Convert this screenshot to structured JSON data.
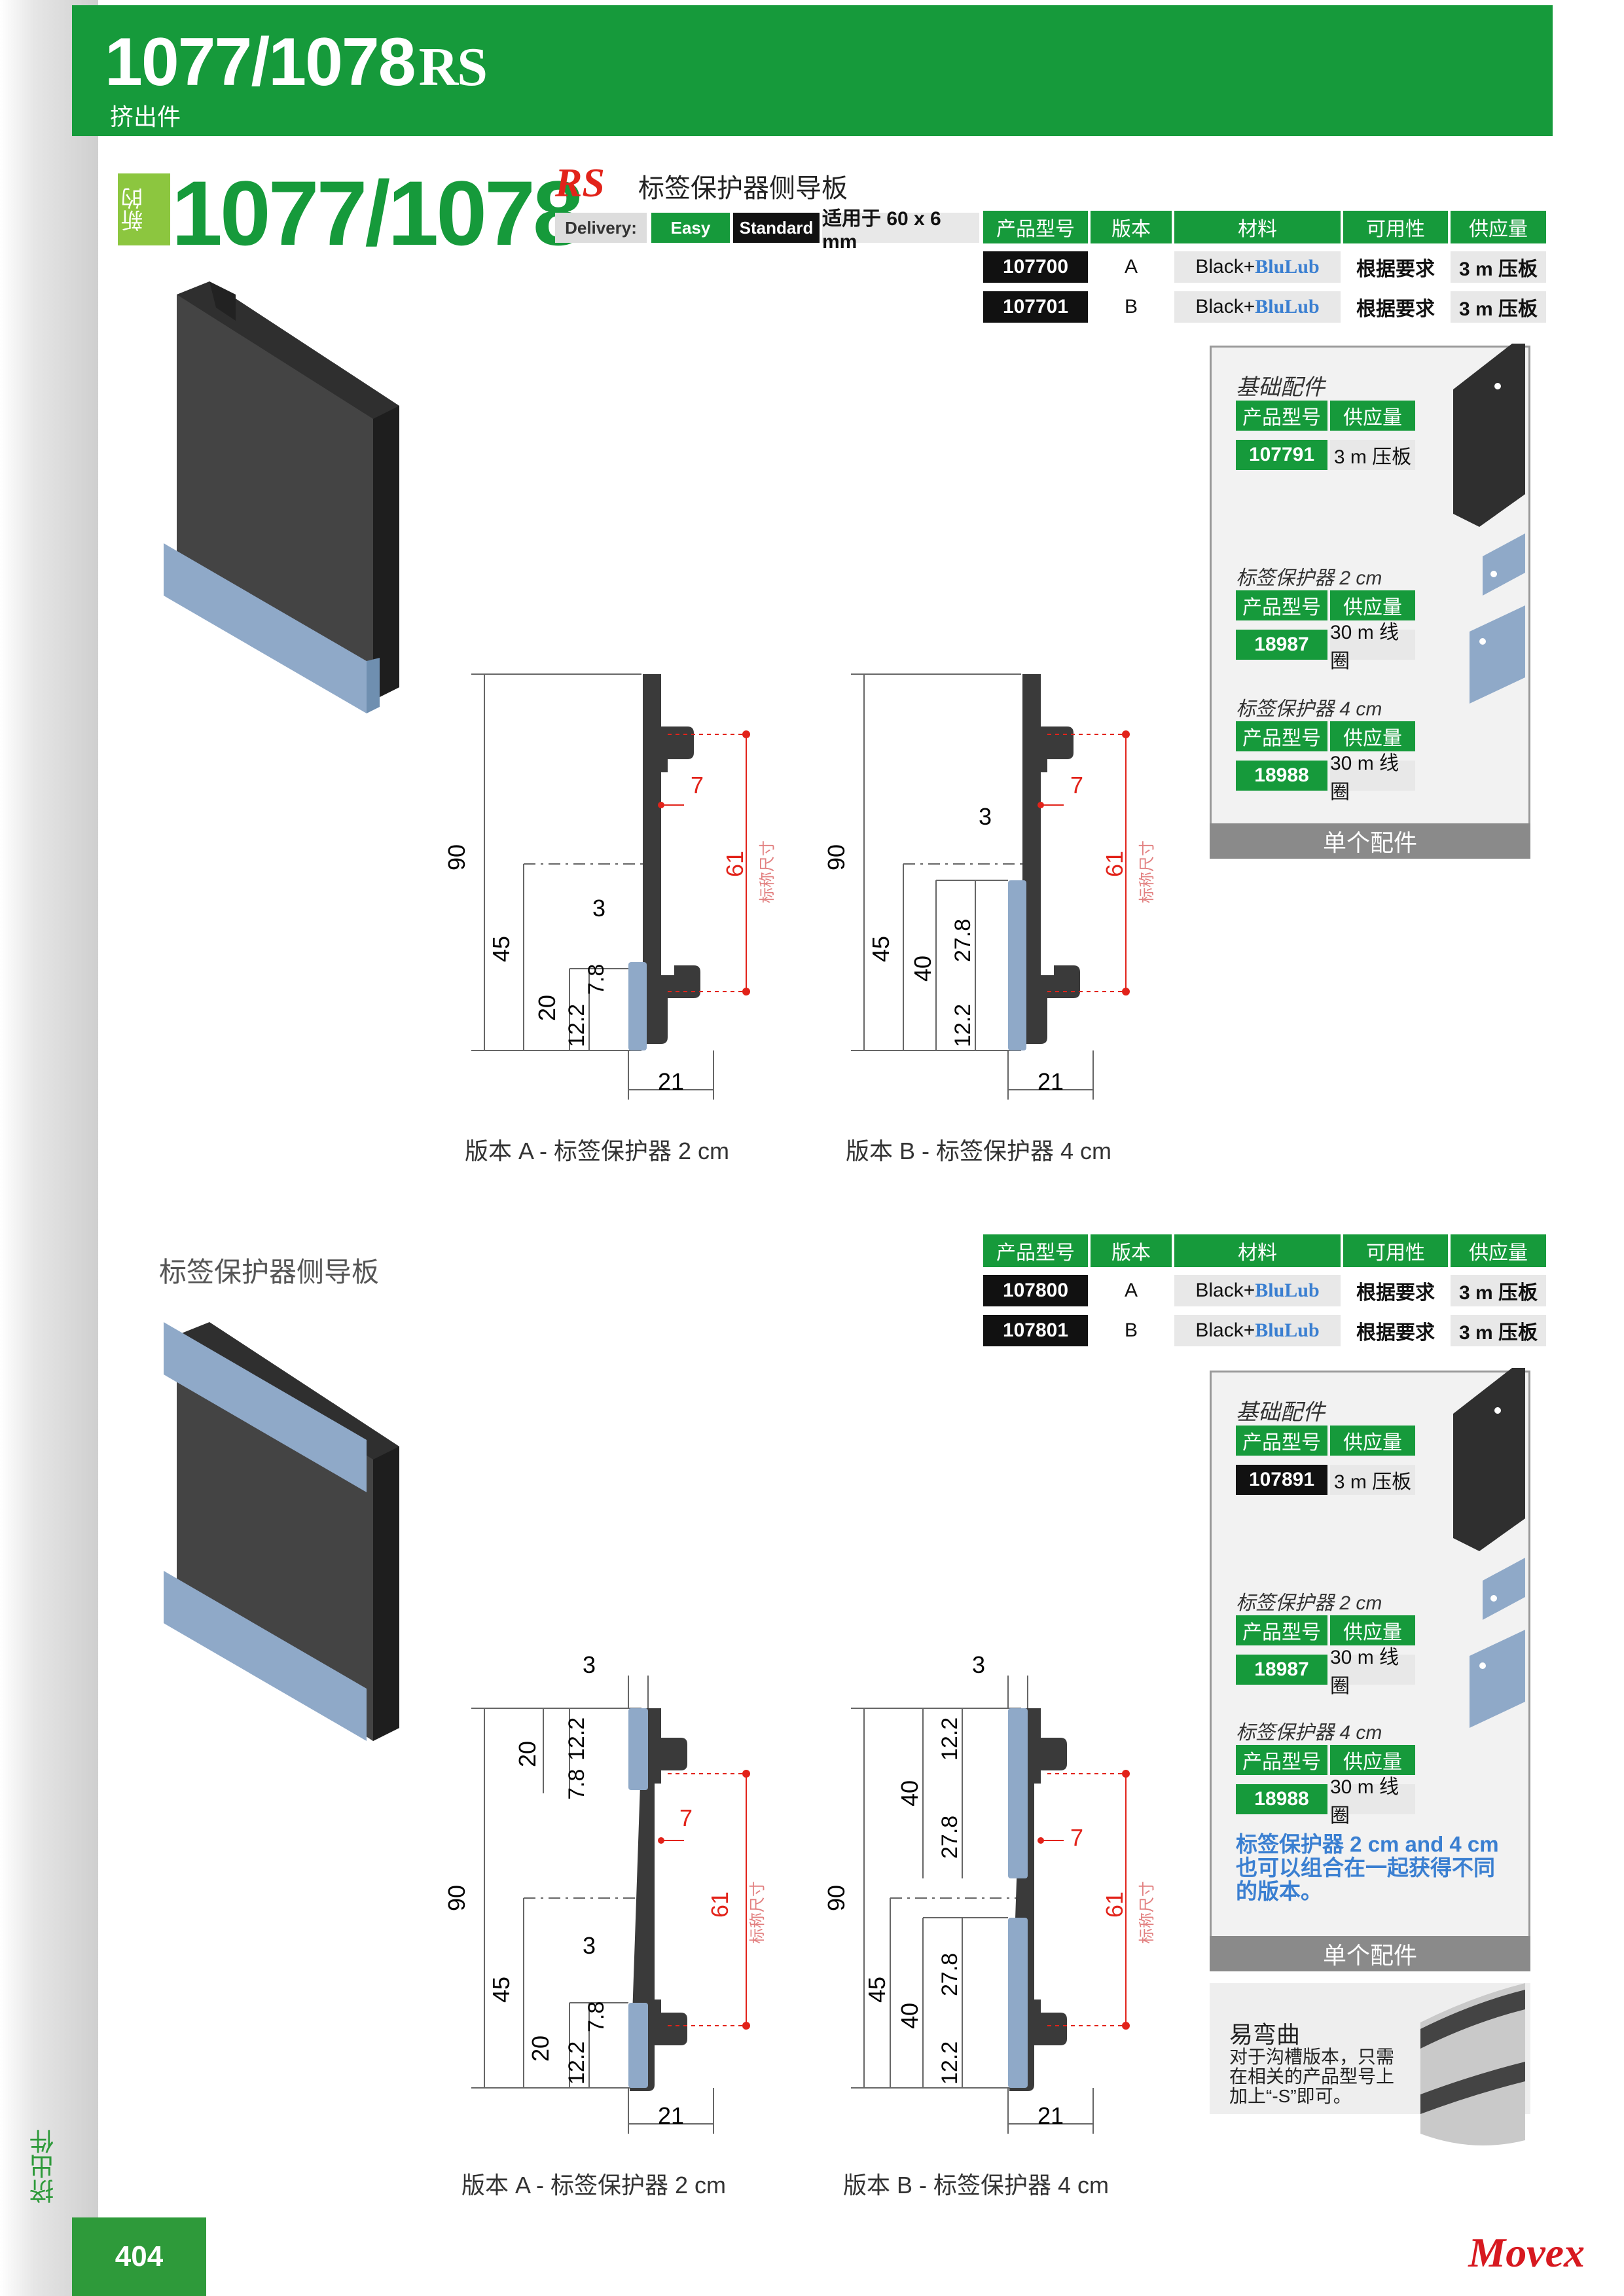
{
  "header": {
    "title_main": "1077/1078",
    "title_suffix": "RS",
    "subtitle": "挤出件"
  },
  "side": {
    "label": "挤出件",
    "page_number": "404"
  },
  "product": {
    "new_badge": "新的",
    "model": "1077/1078",
    "rs": "RS",
    "name": "标签保护器侧导板",
    "delivery_label": "Delivery:",
    "easy": "Easy",
    "standard": "Standard",
    "fit": "适用于 60 x 6 mm"
  },
  "table_headers": [
    "产品型号",
    "版本",
    "材料",
    "可用性",
    "供应量"
  ],
  "table1": [
    {
      "code": "107700",
      "ver": "A",
      "mat_a": "Black+",
      "mat_b": "BluLub",
      "avail": "根据要求",
      "qty": "3 m 压板"
    },
    {
      "code": "107701",
      "ver": "B",
      "mat_a": "Black+",
      "mat_b": "BluLub",
      "avail": "根据要求",
      "qty": "3 m 压板"
    }
  ],
  "table2": [
    {
      "code": "107800",
      "ver": "A",
      "mat_a": "Black+",
      "mat_b": "BluLub",
      "avail": "根据要求",
      "qty": "3 m 压板"
    },
    {
      "code": "107801",
      "ver": "B",
      "mat_a": "Black+",
      "mat_b": "BluLub",
      "avail": "根据要求",
      "qty": "3 m 压板"
    }
  ],
  "panel1": {
    "base_title": "基础配件",
    "h_code": "产品型号",
    "h_qty": "供应量",
    "base_code": "107791",
    "base_qty": "3 m 压板",
    "lp2_title": "标签保护器 2 cm",
    "lp2_code": "18987",
    "lp2_qty": "30 m 线圈",
    "lp4_title": "标签保护器 4 cm",
    "lp4_code": "18988",
    "lp4_qty": "30 m 线圈",
    "footer": "单个配件"
  },
  "panel2": {
    "base_title": "基础配件",
    "h_code": "产品型号",
    "h_qty": "供应量",
    "base_code": "107891",
    "base_qty": "3 m 压板",
    "lp2_title": "标签保护器 2 cm",
    "lp2_code": "18987",
    "lp2_qty": "30 m 线圈",
    "lp4_title": "标签保护器 4 cm",
    "lp4_code": "18988",
    "lp4_qty": "30 m 线圈",
    "note": "标签保护器 2 cm and 4 cm 也可以组合在一起获得不同的版本。",
    "footer": "单个配件"
  },
  "section2_title": "标签保护器侧导板",
  "bend": {
    "title": "易弯曲",
    "text": "对于沟槽版本，只需在相关的产品型号上加上“-S”即可。"
  },
  "diagrams": {
    "d1": {
      "h": "90",
      "mid": "45",
      "low": "20",
      "a": "12.2",
      "b": "7.8",
      "t": "3",
      "w": "21",
      "slot": "7",
      "nom": "61",
      "nom_label": "标称尺寸"
    },
    "d2": {
      "h": "90",
      "mid": "45",
      "low": "40",
      "a": "12.2",
      "b": "27.8",
      "t": "3",
      "w": "21",
      "slot": "7",
      "nom": "61",
      "nom_label": "标称尺寸"
    },
    "d3": {
      "h": "90",
      "mid": "45",
      "low": "20",
      "a": "12.2",
      "b": "7.8",
      "top_a": "12.2",
      "top_b": "7.8",
      "top": "20",
      "t": "3",
      "w": "21",
      "slot": "7",
      "nom": "61",
      "nom_label": "标称尺寸"
    },
    "d4": {
      "h": "90",
      "mid": "45",
      "low": "40",
      "a": "12.2",
      "b": "27.8",
      "top_a": "12.2",
      "top_b": "27.8",
      "top": "40",
      "t": "3",
      "w": "21",
      "slot": "7",
      "nom": "61",
      "nom_label": "标称尺寸"
    }
  },
  "captions": {
    "c1": "版本 A - 标签保护器 2 cm",
    "c2": "版本 B - 标签保护器 4 cm",
    "c3": "版本 A - 标签保护器 2 cm",
    "c4": "版本 B - 标签保护器 4 cm"
  },
  "brand": "Movex"
}
